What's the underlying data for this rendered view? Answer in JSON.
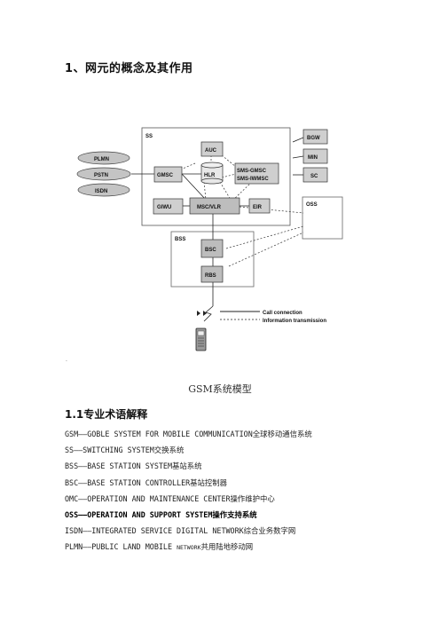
{
  "heading": "1、网元的概念及其作用",
  "diagram": {
    "ss_label": "SS",
    "bss_label": "BSS",
    "oss_label": "OSS",
    "nodes": {
      "auc": "AUC",
      "hlr": "HLR",
      "gmsc": "GMSC",
      "sms_gmsc_1": "SMS-GMSC",
      "sms_gmsc_2": "SMS-IWMSC",
      "giwu": "GIWU",
      "msc_vlr": "MSC/VLR",
      "eir": "EIR",
      "bsc": "BSC",
      "rbs": "RBS",
      "bgw": "BGW",
      "min": "MIN",
      "sc": "SC",
      "plmn": "PLMN",
      "pstn": "PSTN",
      "isdn": "ISDN"
    },
    "legend": {
      "call": "Call connection",
      "info": "Information transmission"
    }
  },
  "stray_mark": "·",
  "caption": "GSM系统模型",
  "subheading": "1.1专业术语解释",
  "terms": [
    {
      "text": "GSM——GOBLE SYSTEM FOR MOBILE COMMUNICATION全球移动通信系统"
    },
    {
      "text": "SS——SWITCHING SYSTEM交换系统"
    },
    {
      "text": "BSS——BASE STATION SYSTEM基站系统"
    },
    {
      "text": "BSC——BASE STATION CONTROLLER基站控制器"
    },
    {
      "text": "OMC——OPERATION AND MAINTENANCE CENTER操作维护中心"
    },
    {
      "text": "OSS——OPERATION AND SUPPORT SYSTEM操作支持系统"
    },
    {
      "text": "ISDN——INTEGRATED SERVICE DIGITAL NETWORK综合业务数字网"
    },
    {
      "pre": "PLMN——PUBLIC LAND MOBILE ",
      "sc": "NETWORK",
      "post": "共用陆地移动网"
    }
  ]
}
